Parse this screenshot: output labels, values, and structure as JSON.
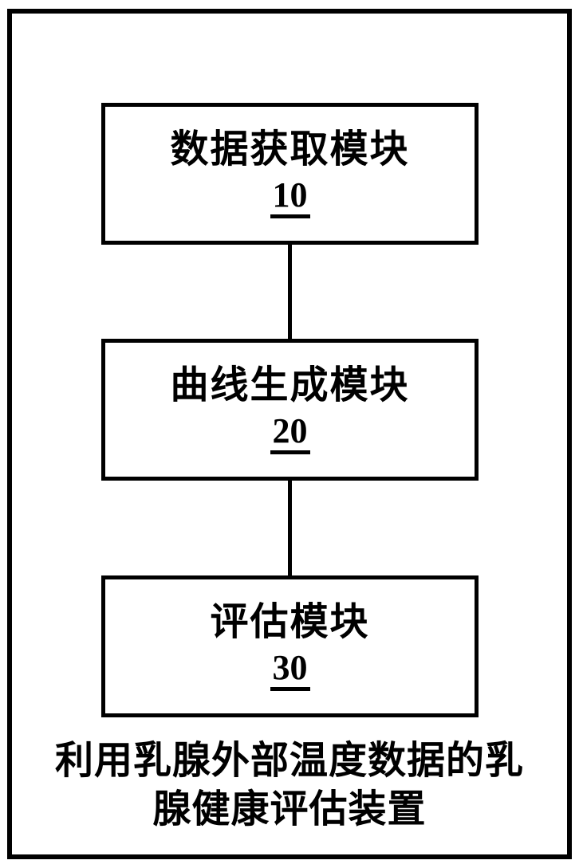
{
  "figure": {
    "modules": [
      {
        "label": "数据获取模块",
        "number": "10"
      },
      {
        "label": "曲线生成模块",
        "number": "20"
      },
      {
        "label": "评估模块",
        "number": "30"
      }
    ],
    "caption": {
      "full": "利用乳腺外部温度数据的乳腺健康评估装置",
      "line1": "利用乳腺外部温度数据的乳",
      "line2": "腺健康评估装置"
    },
    "colors": {
      "line": "#000000",
      "background": "#ffffff"
    }
  }
}
